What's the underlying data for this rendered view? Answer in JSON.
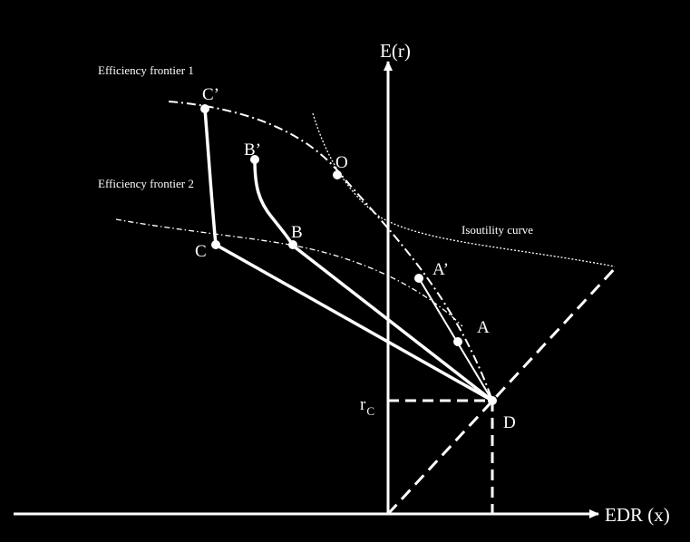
{
  "colors": {
    "background": "#000000",
    "foreground": "#ffffff"
  },
  "axes": {
    "y_label": "E(r)",
    "x_label": "EDR (x)"
  },
  "curves": {
    "frontier_1": "Efficiency frontier 1",
    "frontier_2": "Efficiency frontier 2",
    "isoutility": "Isoutility curve"
  },
  "points": {
    "c_prime": "C’",
    "b_prime": "B’",
    "o": "O",
    "b": "B",
    "c": "C",
    "a_prime": "A’",
    "a": "A",
    "d": "D"
  },
  "rate_label": {
    "base": "r",
    "subscript": "C"
  }
}
